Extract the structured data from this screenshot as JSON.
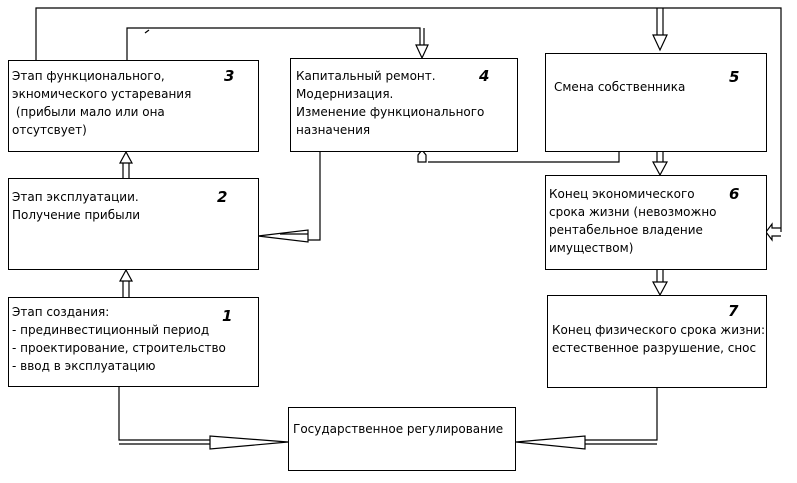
{
  "colors": {
    "line": "#000000",
    "background": "#ffffff"
  },
  "boxes": {
    "b1": {
      "number": "1",
      "lines": [
        "Этап создания:",
        "- прединвестиционный период",
        "- проектирование, строительство",
        "- ввод в эксплуатацию"
      ]
    },
    "b2": {
      "number": "2",
      "lines": [
        "Этап эксплуатации.",
        "Получение прибыли"
      ]
    },
    "b3": {
      "number": "3",
      "lines": [
        "Этап функционального,",
        "экномического устаревания",
        " (прибыли мало или она",
        "отсутсвует)"
      ]
    },
    "b4": {
      "number": "4",
      "lines": [
        "Капитальный ремонт.",
        "Модернизация.",
        "Изменение функционального",
        "назначения"
      ]
    },
    "b5": {
      "number": "5",
      "lines": [
        "Смена собственника"
      ]
    },
    "b6": {
      "number": "6",
      "lines": [
        "Конец экономического",
        "срока жизни (невозможно",
        "рентабельное владение",
        "имуществом)"
      ]
    },
    "b7": {
      "number": "7",
      "lines": [
        "Конец физического срока жизни:",
        "естественное разрушение, снос"
      ]
    },
    "b8": {
      "lines": [
        "Государственное регулирование"
      ]
    }
  }
}
